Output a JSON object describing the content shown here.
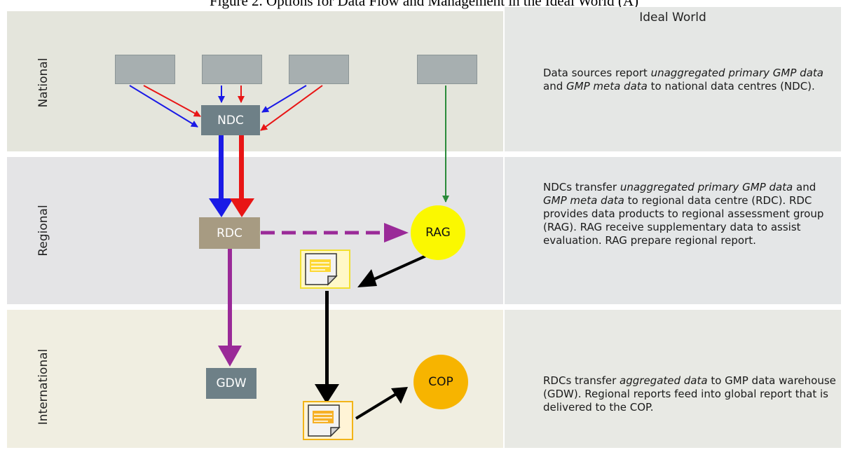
{
  "caption": "Figure 2. Options for Data Flow and Management in the Ideal World (A)",
  "ideal_world": "Ideal World",
  "rows": {
    "national": "National",
    "regional": "Regional",
    "international": "International"
  },
  "nodes": {
    "ndc": "NDC",
    "rdc": "RDC",
    "rag": "RAG",
    "gdw": "GDW",
    "cop": "COP"
  },
  "descriptions": {
    "national": [
      {
        "text": "Data sources report ",
        "italic": false
      },
      {
        "text": "unaggregated primary GMP data",
        "italic": true
      },
      {
        "text": " and ",
        "italic": false
      },
      {
        "text": "GMP meta data",
        "italic": true
      },
      {
        "text": " to national data centres (NDC).",
        "italic": false
      }
    ],
    "regional": [
      {
        "text": "NDCs transfer ",
        "italic": false
      },
      {
        "text": "unaggregated primary GMP data",
        "italic": true
      },
      {
        "text": " and ",
        "italic": false
      },
      {
        "text": "GMP meta data",
        "italic": true
      },
      {
        "text": " to regional data centre (RDC). RDC provides data products to regional assessment group (RAG). RAG receive supplementary data to assist evaluation. RAG prepare regional report.",
        "italic": false
      }
    ],
    "international": [
      {
        "text": "RDCs transfer ",
        "italic": false
      },
      {
        "text": "aggregated data",
        "italic": true
      },
      {
        "text": " to GMP data warehouse (GDW). Regional reports feed into global report that is delivered to the COP.",
        "italic": false
      }
    ]
  },
  "colors": {
    "ndc": "#6e8087",
    "rdc": "#a79b82",
    "gdw": "#6e8087",
    "rag": "#fbf800",
    "cop": "#f7b400",
    "blue": "#1a1ae6",
    "red": "#e81515",
    "green": "#2a8a3a",
    "purple": "#9a2a98",
    "black": "#000000"
  }
}
